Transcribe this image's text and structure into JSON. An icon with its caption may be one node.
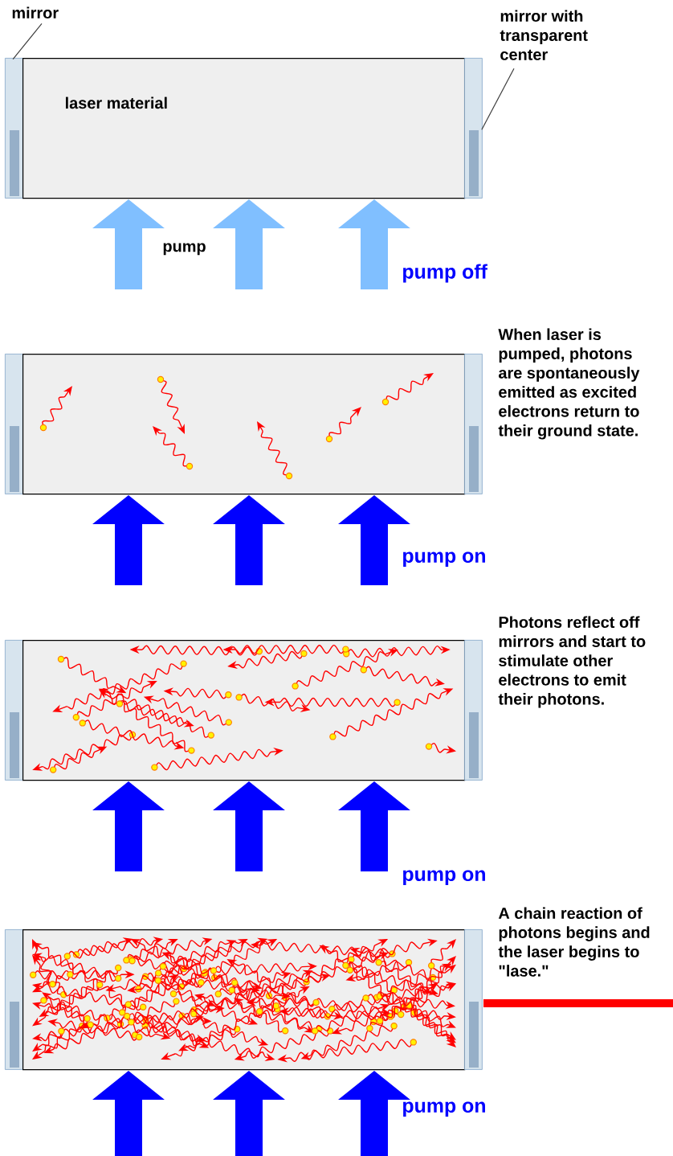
{
  "diagram": {
    "nodes": [
      {
        "text": [
          "mirror"
        ]
      },
      {
        "text": [
          "mirror with transparent center"
        ]
      },
      {
        "text": [],
        "shape": "bar"
      },
      {
        "text": [
          "laser material"
        ]
      },
      {
        "text": [],
        "shape": "bar"
      },
      {
        "text": [],
        "shape": "bar"
      },
      {
        "text": [],
        "shape": "box"
      },
      {
        "text": [],
        "shape": "bar"
      },
      {
        "text": [],
        "shape": "bar"
      },
      {
        "text": [],
        "shape": "box"
      },
      {
        "text": [],
        "shape": "bar"
      },
      {
        "text": [],
        "shape": "bar"
      },
      {
        "text": [],
        "shape": "box"
      },
      {
        "text": [],
        "shape": "bar"
      }
    ],
    "edges": [
      {
        "from": 0,
        "to": 2,
        "arrow": "none",
        "color": "#3c3c3c"
      },
      {
        "from": 1,
        "to": 4,
        "arrow": "none",
        "color": "#3c3c3c"
      },
      {
        "from": null,
        "to": 3,
        "arrow": "to",
        "color": "#80bfff"
      },
      {
        "from": null,
        "to": 3,
        "arrow": "to",
        "color": "#80bfff"
      },
      {
        "from": null,
        "to": 3,
        "arrow": "to",
        "color": "#80bfff"
      },
      {
        "from": null,
        "to": 6,
        "arrow": "to"
      },
      {
        "from": null,
        "to": 6,
        "arrow": "to"
      },
      {
        "from": null,
        "to": 6,
        "arrow": "to"
      },
      {
        "from": null,
        "to": 9,
        "arrow": "to"
      },
      {
        "from": null,
        "to": 9,
        "arrow": "to"
      },
      {
        "from": null,
        "to": 9,
        "arrow": "to"
      },
      {
        "from": null,
        "to": 12,
        "arrow": "to"
      },
      {
        "from": null,
        "to": 12,
        "arrow": "to"
      },
      {
        "from": null,
        "to": 12,
        "arrow": "to"
      }
    ],
    "labels": [
      "pump",
      "pump off",
      "When laser is pumped, photons are spontaneously emitted as excited electrons return to their ground state.",
      "pump on",
      "Photons reflect off mirrors and start to stimulate other electrons to emit their photons.",
      "pump on",
      "A chain reaction of photons begins and the laser begins to \"lase.\"",
      "pump on"
    ]
  }
}
